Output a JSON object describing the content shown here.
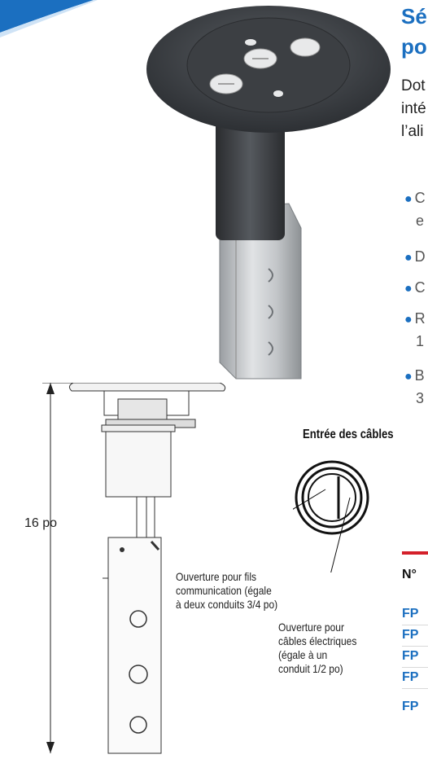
{
  "page": {
    "title_lines": [
      "Sé",
      "po"
    ],
    "intro_lines": [
      "Dot",
      "inté",
      "l’ali"
    ],
    "bullets": [
      "C",
      "e",
      "D",
      "C",
      "R",
      "1",
      "B",
      "3"
    ],
    "dimension_label": "16 po",
    "cable_entry_title": "Entrée des câbles",
    "callout_comm_lines": [
      "Ouverture pour fils",
      "communication (égale",
      "à deux conduits 3/4 po)"
    ],
    "callout_elec_lines": [
      "Ouverture pour",
      "câbles électriques",
      "(égale à un",
      "conduit 1/2 po)"
    ],
    "table_header": "N°",
    "table_rows": [
      "FP",
      "FP",
      "FP",
      "FP",
      "FP"
    ],
    "colors": {
      "accent": "#1b6fc0",
      "rule": "#d4202a",
      "body": "#222222"
    }
  }
}
